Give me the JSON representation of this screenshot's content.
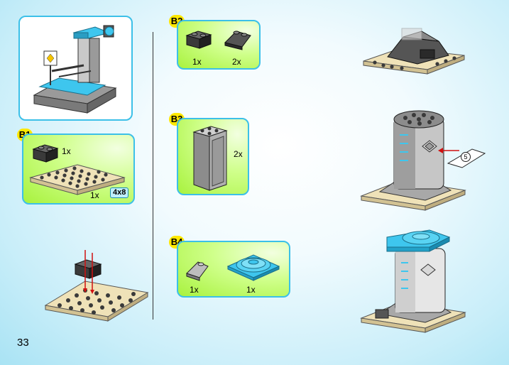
{
  "page_number": "33",
  "steps": [
    {
      "id": "B1",
      "parts": [
        {
          "qty": "1x"
        },
        {
          "qty": "1x",
          "size": "4x8"
        }
      ]
    },
    {
      "id": "B2",
      "parts": [
        {
          "qty": "1x"
        },
        {
          "qty": "2x"
        }
      ]
    },
    {
      "id": "B3",
      "parts": [
        {
          "qty": "2x"
        }
      ]
    },
    {
      "id": "B4",
      "parts": [
        {
          "qty": "1x"
        },
        {
          "qty": "1x"
        }
      ]
    }
  ],
  "callout_step": "5",
  "colors": {
    "panel_border": "#3cc0e8",
    "step_tag": "#ffe800",
    "parts_panel": "#b8f55a",
    "brick_dark": "#3a3a3a",
    "plate_tan": "#efe2b8",
    "trans_blue": "#3ec6ee"
  }
}
